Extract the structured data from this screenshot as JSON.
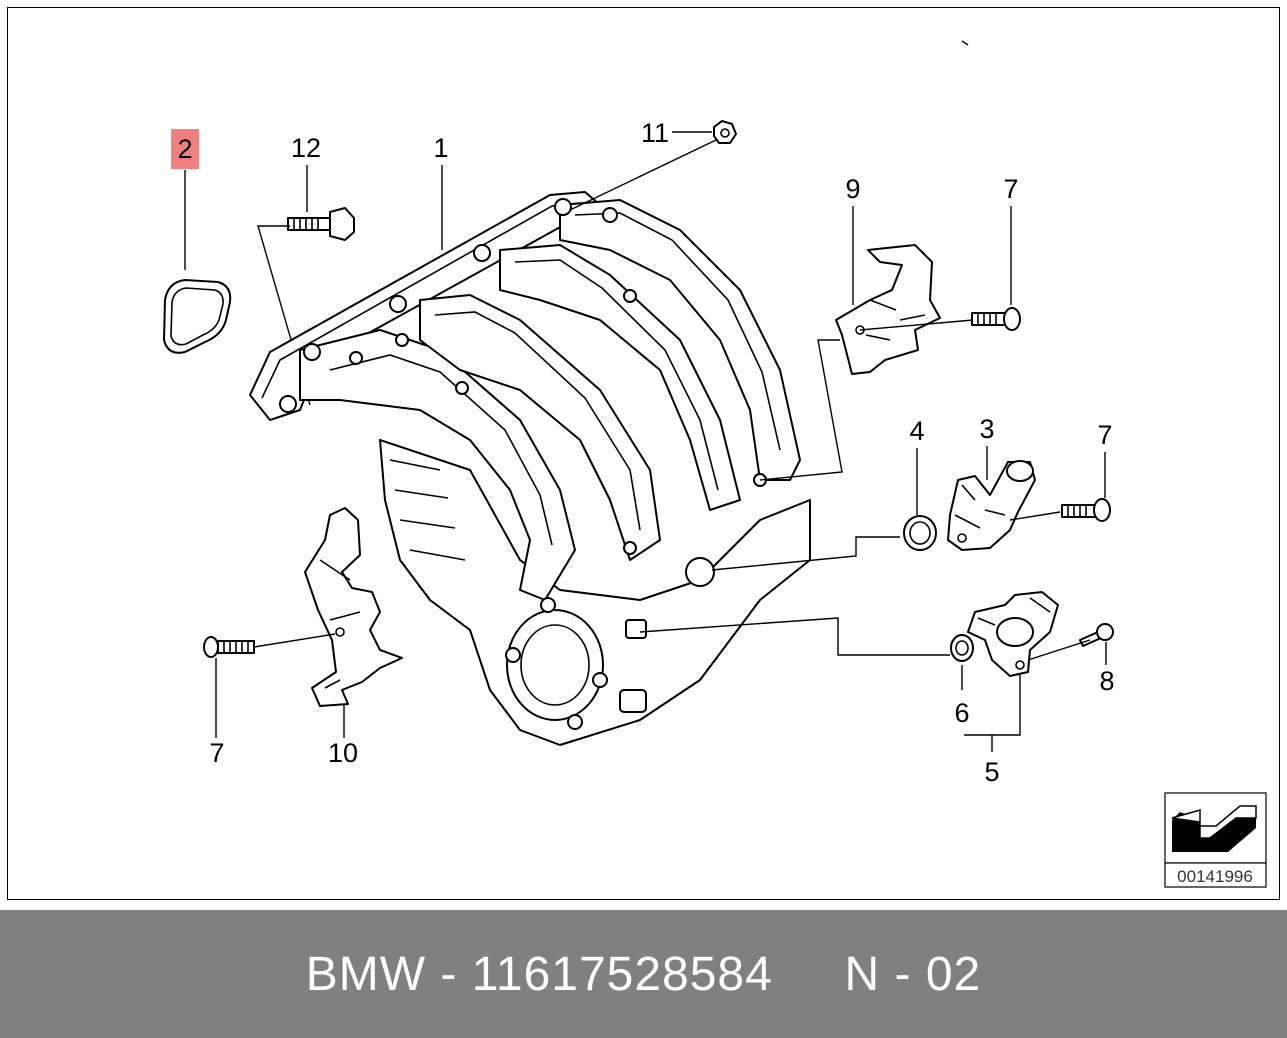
{
  "diagram": {
    "callouts": {
      "c1": "1",
      "c2": "2",
      "c3": "3",
      "c4": "4",
      "c5": "5",
      "c6": "6",
      "c7a": "7",
      "c7b": "7",
      "c7c": "7",
      "c8": "8",
      "c9": "9",
      "c10": "10",
      "c11": "11",
      "c12": "12"
    },
    "highlighted_callout": "2",
    "highlight_color": "#f08080",
    "drawing_number": "00141996",
    "view_icon": "direction-arrow-icon"
  },
  "footer": {
    "brand": "BMW",
    "separator1": "-",
    "part_number": "11617528584",
    "position_code": "N",
    "separator2": "-",
    "position_number": "02",
    "background_color": "#808080"
  }
}
